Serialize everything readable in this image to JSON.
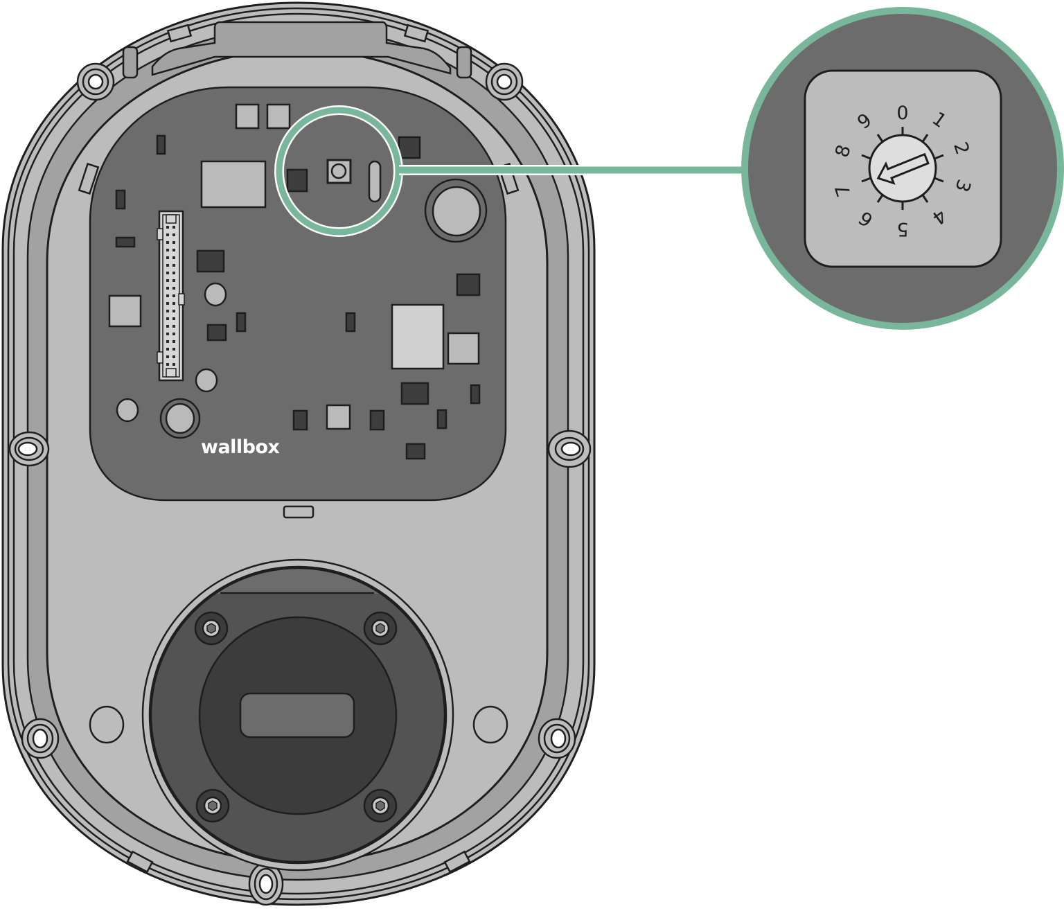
{
  "figure": {
    "title": "Wallbox charger interior with rotary switch detail",
    "brand_label": "wallbox",
    "colors": {
      "background": "#ffffff",
      "outline": "#1e1e1e",
      "housing_light": "#bcbcbc",
      "housing_mid": "#a2a2a2",
      "pcb": "#6c6c6c",
      "component_dark": "#3e3e3e",
      "component_light": "#bababa",
      "socket_outer": "#535353",
      "socket_inner": "#3c3c3c",
      "callout_accent": "#79b79c",
      "dial_face": "#dedede"
    }
  },
  "callout": {
    "target": "rotary-switch",
    "description": "Magnified view of the rotary selector switch on the PCB",
    "dial": {
      "positions": [
        "0",
        "1",
        "2",
        "3",
        "4",
        "5",
        "6",
        "7",
        "8",
        "9"
      ],
      "current_position_hint": "arrow pointing between 7 and 8",
      "arrow_angle_deg": 247
    }
  }
}
